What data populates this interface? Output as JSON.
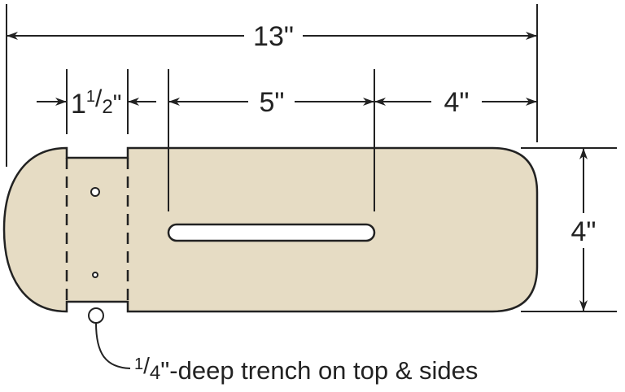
{
  "colors": {
    "part_fill": "#e6dcc4",
    "line": "#222222"
  },
  "dimensions": {
    "overall_length": "13\"",
    "notch_width_whole": "1",
    "notch_width_fraction_num": "1",
    "notch_width_fraction_den": "2",
    "notch_width_unit": "\"",
    "slot_length": "5\"",
    "slot_to_end": "4\"",
    "width": "4\""
  },
  "note": {
    "fraction_num": "1",
    "fraction_den": "4",
    "text": "\"-deep trench on top & sides"
  }
}
